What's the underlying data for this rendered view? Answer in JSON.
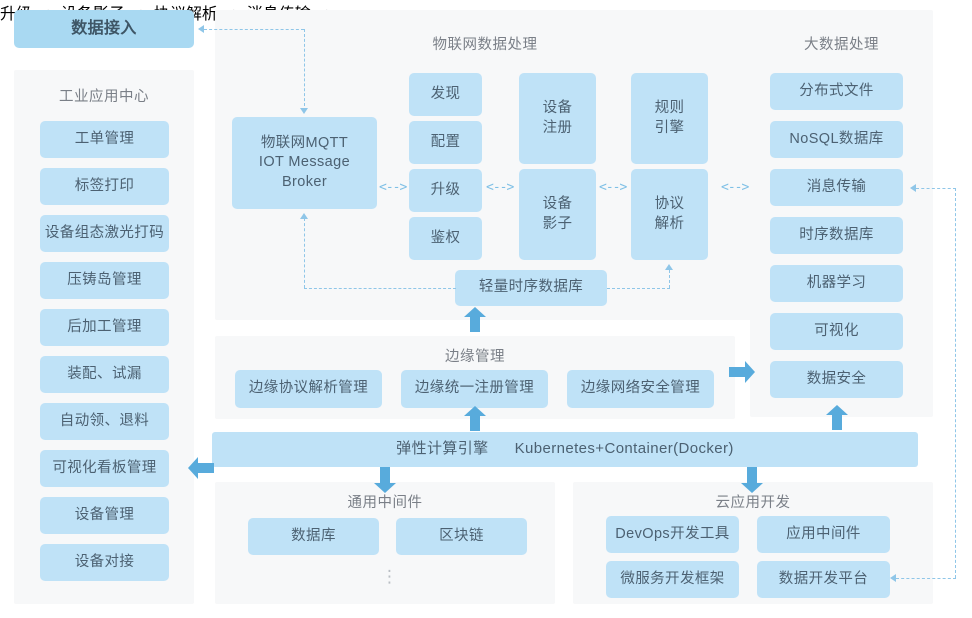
{
  "data_ingest": {
    "label": "数据接入"
  },
  "industrial_app_center": {
    "title": "工业应用中心",
    "items": [
      {
        "label": "工单管理"
      },
      {
        "label": "标签打印"
      },
      {
        "label": "设备组态激光打码"
      },
      {
        "label": "压铸岛管理"
      },
      {
        "label": "后加工管理"
      },
      {
        "label": "装配、试漏"
      },
      {
        "label": "自动领、退料"
      },
      {
        "label": "可视化看板管理"
      },
      {
        "label": "设备管理"
      },
      {
        "label": "设备对接"
      }
    ]
  },
  "iot_data_processing": {
    "title": "物联网数据处理",
    "broker": {
      "line1": "物联网MQTT",
      "line2": "IOT Message",
      "line3": "Broker"
    },
    "col_ops": [
      {
        "label": "发现"
      },
      {
        "label": "配置"
      },
      {
        "label": "升级"
      },
      {
        "label": "鉴权"
      }
    ],
    "device_register": {
      "line1": "设备",
      "line2": "注册"
    },
    "device_shadow": {
      "line1": "设备",
      "line2": "影子"
    },
    "rule_engine": {
      "line1": "规则",
      "line2": "引擎"
    },
    "protocol_parse": {
      "line1": "协议",
      "line2": "解析"
    },
    "lightweight_tsdb": {
      "label": "轻量时序数据库"
    }
  },
  "bigdata_processing": {
    "title": "大数据处理",
    "items": [
      {
        "label": "分布式文件"
      },
      {
        "label": "NoSQL数据库"
      },
      {
        "label": "消息传输"
      },
      {
        "label": "时序数据库"
      },
      {
        "label": "机器学习"
      },
      {
        "label": "可视化"
      },
      {
        "label": "数据安全"
      }
    ]
  },
  "edge_management": {
    "title": "边缘管理",
    "items": [
      {
        "label": "边缘协议解析管理"
      },
      {
        "label": "边缘统一注册管理"
      },
      {
        "label": "边缘网络安全管理"
      }
    ]
  },
  "compute_engine": {
    "label_left": "弹性计算引擎",
    "label_right": "Kubernetes+Container(Docker)"
  },
  "common_middleware": {
    "title": "通用中间件",
    "items": [
      {
        "label": "数据库"
      },
      {
        "label": "区块链"
      }
    ],
    "more": "⋮"
  },
  "cloud_app_dev": {
    "title": "云应用开发",
    "items": [
      {
        "label": "DevOps开发工具"
      },
      {
        "label": "应用中间件"
      },
      {
        "label": "微服务开发框架"
      },
      {
        "label": "数据开发平台"
      }
    ]
  },
  "connectors": {
    "bidirectional": "<-->",
    "colors": {
      "box_fill": "#BFE2F7",
      "header_fill": "#A9D9F2",
      "panel_bg": "#F7F8F9",
      "text": "#4C6172",
      "title_text": "#7A7F87",
      "arrow_solid": "#58ABDC",
      "arrow_dashed": "#8FC6E8"
    }
  }
}
